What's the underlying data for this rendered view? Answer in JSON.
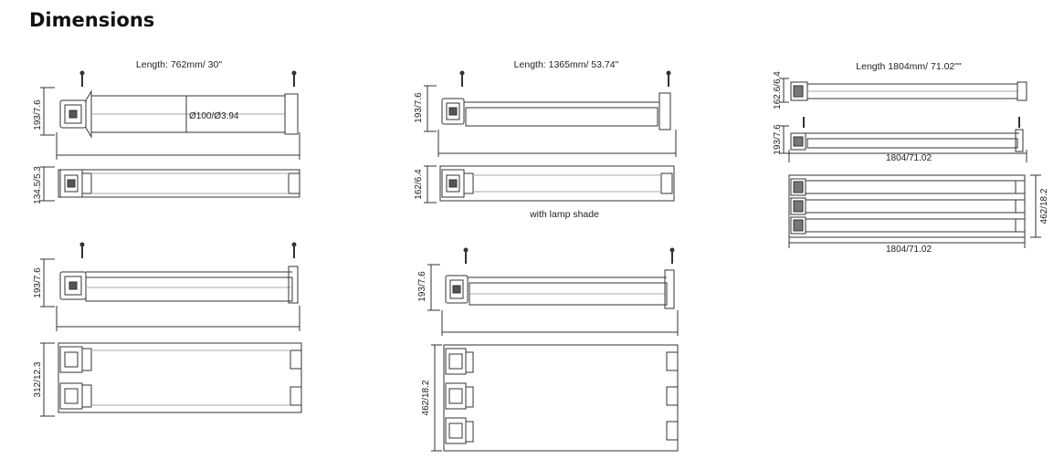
{
  "page": {
    "title": "Dimensions"
  },
  "columns": [
    {
      "length_label": "Length: 762mm/ 30\"",
      "diameter_label": "Ø100/Ø3.94",
      "views": [
        {
          "height_label": "193/7.6"
        },
        {
          "height_label": "134.5/5.3"
        },
        {
          "height_label": "193/7.6"
        },
        {
          "height_label": "312/12.3"
        }
      ]
    },
    {
      "length_label": "Length: 1365mm/ 53.74\"",
      "note": "with lamp shade",
      "views": [
        {
          "height_label": "193/7.6"
        },
        {
          "height_label": "162/6.4"
        },
        {
          "height_label": "193/7.6"
        },
        {
          "height_label": "462/18.2"
        }
      ]
    },
    {
      "length_label": "Length 1804mm/ 71.02\"\"",
      "views": [
        {
          "height_label": "162.6/6.4"
        },
        {
          "height_label": "193/7.6",
          "width_label": "1804/71.02"
        },
        {
          "height_label": "462/18.2",
          "width_label": "1804/71.02"
        }
      ]
    }
  ]
}
